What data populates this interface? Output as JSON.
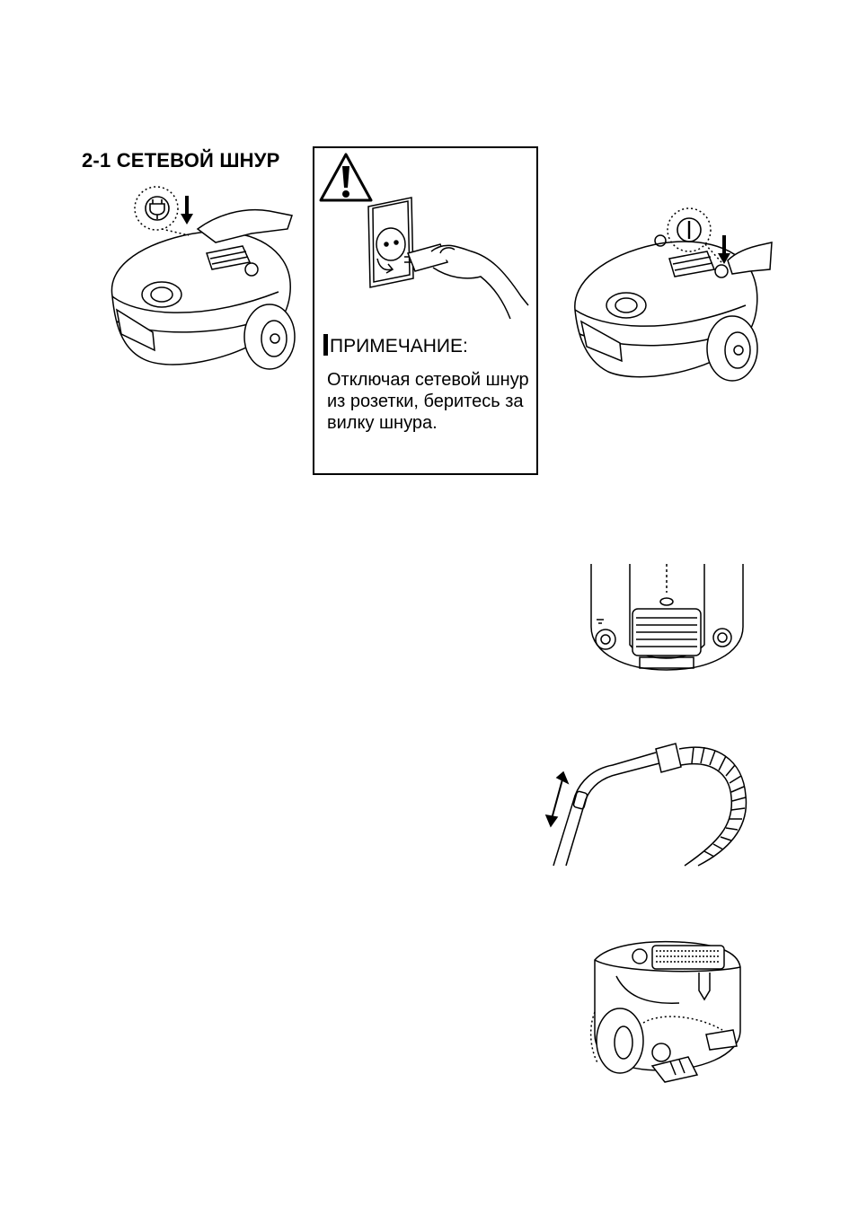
{
  "section": {
    "title": "2-1 СЕТЕВОЙ ШНУР"
  },
  "note": {
    "title": "ПРИМЕЧАНИЕ:",
    "text": "Отключая сетевой шнур из розетки, беритесь за вилку шнура."
  },
  "icons": {
    "cord_rewind": "plug-rewind-icon",
    "power": "power-icon",
    "warning": "warning-icon"
  }
}
